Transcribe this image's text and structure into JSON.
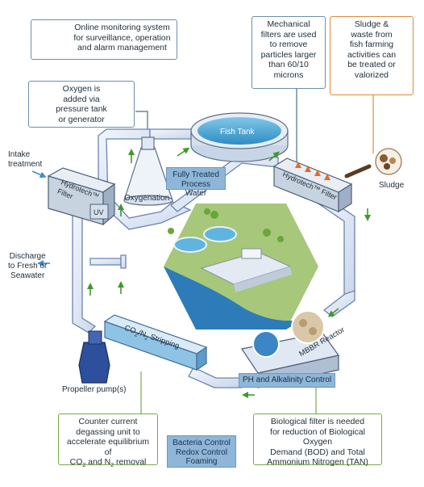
{
  "callouts": {
    "monitoring": "Online monitoring system\nfor surveillance, operation\nand alarm management",
    "oxygen": "Oxygen is\nadded via\npressure tank\nor generator",
    "mechanical": "Mechanical\nfilters are used\nto remove\nparticles larger\nthan 60/10\nmicrons",
    "sludge_info": "Sludge &\nwaste from\nfish farming\nactivities can\nbe treated or\nvalorized",
    "degassing": {
      "line1": "Counter current",
      "line2": "degassing unit to",
      "line3": "accelerate equilibrium of",
      "co2": "CO",
      "co2_sub": "2",
      "and": " and N",
      "n2_sub": "2",
      "removal": " removal"
    },
    "biological": "Biological filter is needed\nfor reduction of Biological Oxygen\nDemand (BOD) and Total\nAmmonium Nitrogen (TAN)"
  },
  "labels": {
    "intake": "Intake\ntreatment",
    "filter_left": "Hydrotech™\nFilter",
    "uv": "UV",
    "oxygenation": "Oxygenation",
    "fish_tank": "Fish Tank",
    "filter_right": "Hydrotech™ Filter",
    "sludge": "Sludge",
    "discharge": "Discharge\nto Fresh or\nSeawater",
    "propeller": "Propeller pump(s)",
    "stripping": {
      "co": "CO",
      "sub2": "2",
      "slash": "/N",
      "sub2b": "2",
      "rest": " Stripping"
    },
    "mbbr": "MBBR Reactor",
    "ph": "PH and Alkalinity Control"
  },
  "boxes": {
    "process_water": "Fully Treated\nProcess Water",
    "bacteria": "Bacteria Control\nRedox Control\nFoaming"
  },
  "colors": {
    "pipe": "#dfe8f4",
    "pipe_edge": "#6b84b0",
    "arrow": "#3e9a2a",
    "water": "#4aa7d6",
    "callout_blue": "#4a6f8a",
    "callout_green": "#78a94a",
    "callout_orange": "#e08a3c",
    "box_blue": "#8db6d9"
  }
}
